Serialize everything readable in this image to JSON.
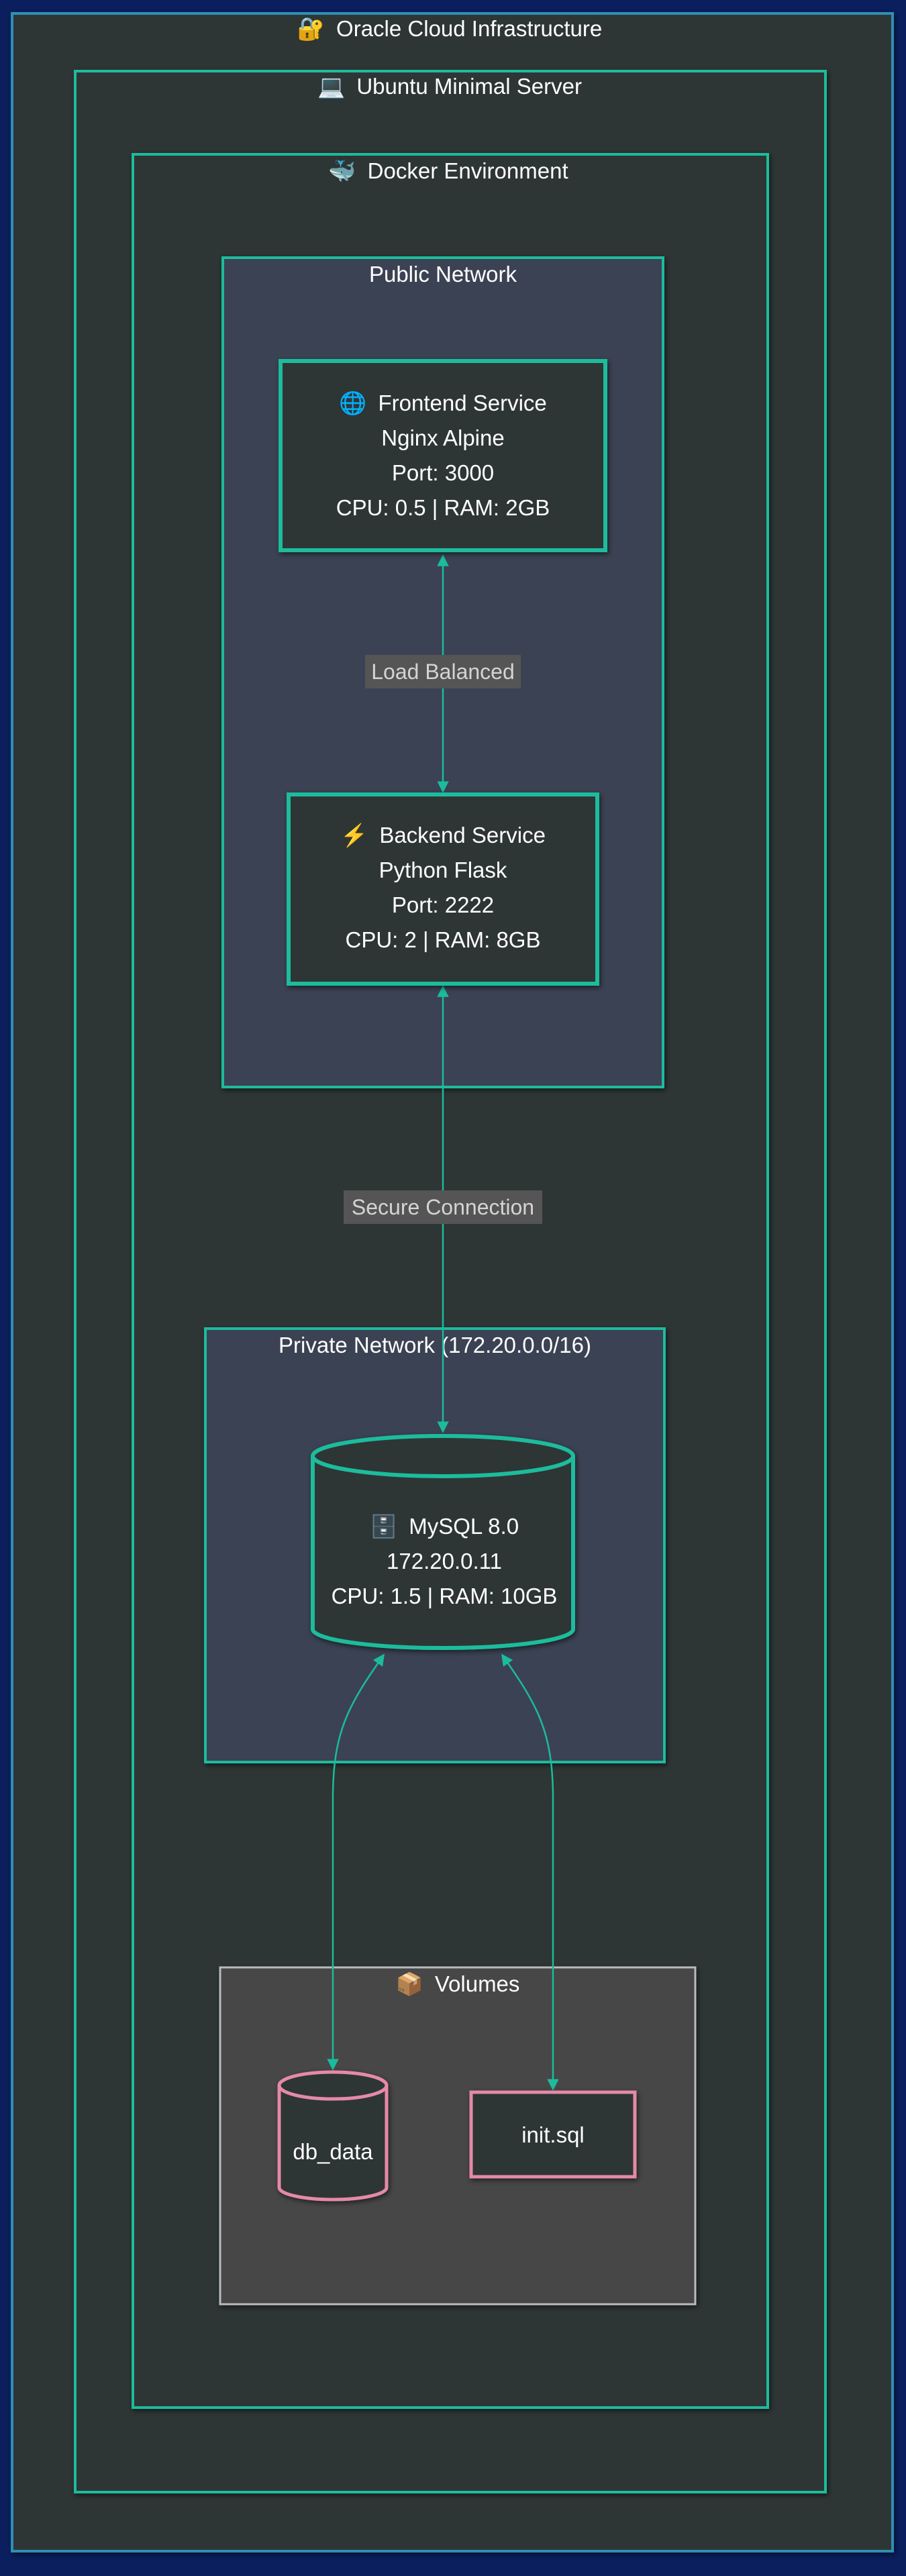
{
  "colors": {
    "page_background": "#0b1f5e",
    "cluster_fill": "#2d3436",
    "cluster_border": "#1abc9c",
    "outer_border": "#2e8fb5",
    "network_fill": "#3a4253",
    "volumes_fill": "#474747",
    "volumes_border": "#bbbbbb",
    "node_fill": "#2d3436",
    "volume_node_border": "#e48aa7",
    "edge": "#1abc9c",
    "edge_label_bg": "#555555"
  },
  "clusters": {
    "oracle": {
      "icon": "🔐",
      "title": "Oracle Cloud Infrastructure"
    },
    "ubuntu": {
      "icon": "💻",
      "title": "Ubuntu Minimal Server"
    },
    "docker": {
      "icon": "🐳",
      "title": "Docker Environment"
    },
    "public_network": {
      "title": "Public Network"
    },
    "private_network": {
      "title": "Private Network (172.20.0.0/16)"
    },
    "volumes": {
      "icon": "📦",
      "title": "Volumes"
    }
  },
  "nodes": {
    "frontend": {
      "icon": "🌐",
      "title": "Frontend Service",
      "lines": [
        "Nginx Alpine",
        "Port: 3000",
        "CPU: 0.5 | RAM: 2GB"
      ]
    },
    "backend": {
      "icon": "⚡",
      "title": "Backend Service",
      "lines": [
        "Python Flask",
        "Port: 2222",
        "CPU: 2 | RAM: 8GB"
      ]
    },
    "mysql": {
      "icon": "🗄️",
      "title": "MySQL 8.0",
      "lines": [
        "172.20.0.11",
        "CPU: 1.5 | RAM: 10GB"
      ]
    },
    "db_data": {
      "title": "db_data"
    },
    "init_sql": {
      "title": "init.sql"
    }
  },
  "edges": {
    "load_balanced": {
      "label": "Load Balanced"
    },
    "secure_connection": {
      "label": "Secure Connection"
    }
  }
}
